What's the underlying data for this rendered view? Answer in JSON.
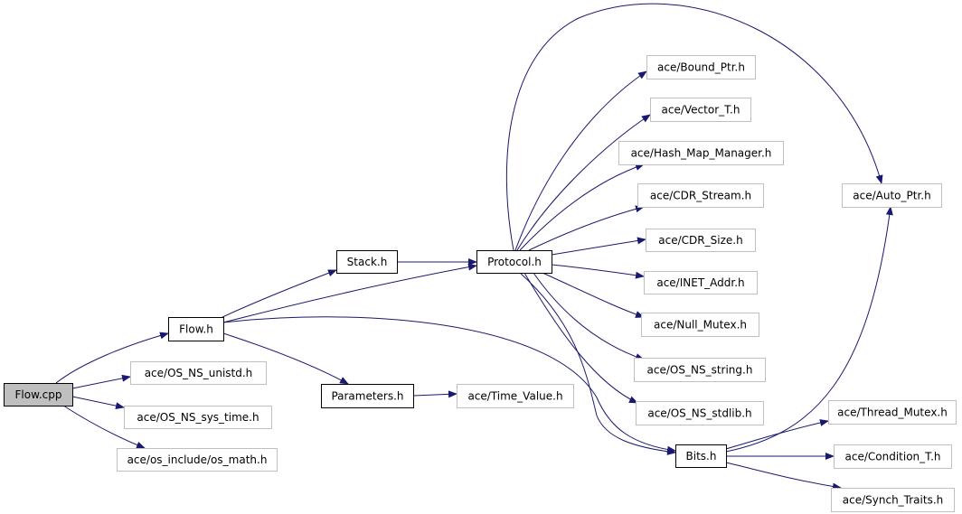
{
  "diagram": {
    "nodes": [
      {
        "id": "flow_cpp",
        "label": "Flow.cpp",
        "style": "root"
      },
      {
        "id": "flow_h",
        "label": "Flow.h",
        "style": "internal"
      },
      {
        "id": "os_ns_unistd",
        "label": "ace/OS_NS_unistd.h",
        "style": "external"
      },
      {
        "id": "os_ns_sys_time",
        "label": "ace/OS_NS_sys_time.h",
        "style": "external"
      },
      {
        "id": "os_math",
        "label": "ace/os_include/os_math.h",
        "style": "external"
      },
      {
        "id": "stack_h",
        "label": "Stack.h",
        "style": "internal"
      },
      {
        "id": "parameters_h",
        "label": "Parameters.h",
        "style": "internal"
      },
      {
        "id": "time_value",
        "label": "ace/Time_Value.h",
        "style": "external"
      },
      {
        "id": "protocol_h",
        "label": "Protocol.h",
        "style": "internal"
      },
      {
        "id": "bound_ptr",
        "label": "ace/Bound_Ptr.h",
        "style": "external"
      },
      {
        "id": "vector_t",
        "label": "ace/Vector_T.h",
        "style": "external"
      },
      {
        "id": "hash_map_manager",
        "label": "ace/Hash_Map_Manager.h",
        "style": "external"
      },
      {
        "id": "cdr_stream",
        "label": "ace/CDR_Stream.h",
        "style": "external"
      },
      {
        "id": "cdr_size",
        "label": "ace/CDR_Size.h",
        "style": "external"
      },
      {
        "id": "inet_addr",
        "label": "ace/INET_Addr.h",
        "style": "external"
      },
      {
        "id": "null_mutex",
        "label": "ace/Null_Mutex.h",
        "style": "external"
      },
      {
        "id": "os_ns_string",
        "label": "ace/OS_NS_string.h",
        "style": "external"
      },
      {
        "id": "os_ns_stdlib",
        "label": "ace/OS_NS_stdlib.h",
        "style": "external"
      },
      {
        "id": "bits_h",
        "label": "Bits.h",
        "style": "internal"
      },
      {
        "id": "auto_ptr",
        "label": "ace/Auto_Ptr.h",
        "style": "external"
      },
      {
        "id": "thread_mutex",
        "label": "ace/Thread_Mutex.h",
        "style": "external"
      },
      {
        "id": "condition_t",
        "label": "ace/Condition_T.h",
        "style": "external"
      },
      {
        "id": "synch_traits",
        "label": "ace/Synch_Traits.h",
        "style": "external"
      }
    ],
    "edges": [
      [
        "flow_cpp",
        "flow_h"
      ],
      [
        "flow_cpp",
        "os_ns_unistd"
      ],
      [
        "flow_cpp",
        "os_ns_sys_time"
      ],
      [
        "flow_cpp",
        "os_math"
      ],
      [
        "flow_h",
        "stack_h"
      ],
      [
        "flow_h",
        "protocol_h"
      ],
      [
        "flow_h",
        "parameters_h"
      ],
      [
        "flow_h",
        "bits_h"
      ],
      [
        "stack_h",
        "protocol_h"
      ],
      [
        "parameters_h",
        "time_value"
      ],
      [
        "protocol_h",
        "bound_ptr"
      ],
      [
        "protocol_h",
        "vector_t"
      ],
      [
        "protocol_h",
        "hash_map_manager"
      ],
      [
        "protocol_h",
        "cdr_stream"
      ],
      [
        "protocol_h",
        "cdr_size"
      ],
      [
        "protocol_h",
        "inet_addr"
      ],
      [
        "protocol_h",
        "null_mutex"
      ],
      [
        "protocol_h",
        "os_ns_string"
      ],
      [
        "protocol_h",
        "os_ns_stdlib"
      ],
      [
        "protocol_h",
        "auto_ptr"
      ],
      [
        "protocol_h",
        "bits_h"
      ],
      [
        "bits_h",
        "auto_ptr"
      ],
      [
        "bits_h",
        "thread_mutex"
      ],
      [
        "bits_h",
        "condition_t"
      ],
      [
        "bits_h",
        "synch_traits"
      ]
    ]
  },
  "colors": {
    "edge": "#191970",
    "root_fill": "#bfbfbf",
    "internal_border": "#000000",
    "external_border": "#bfbfbf",
    "text": "#000000",
    "background": "#ffffff"
  }
}
